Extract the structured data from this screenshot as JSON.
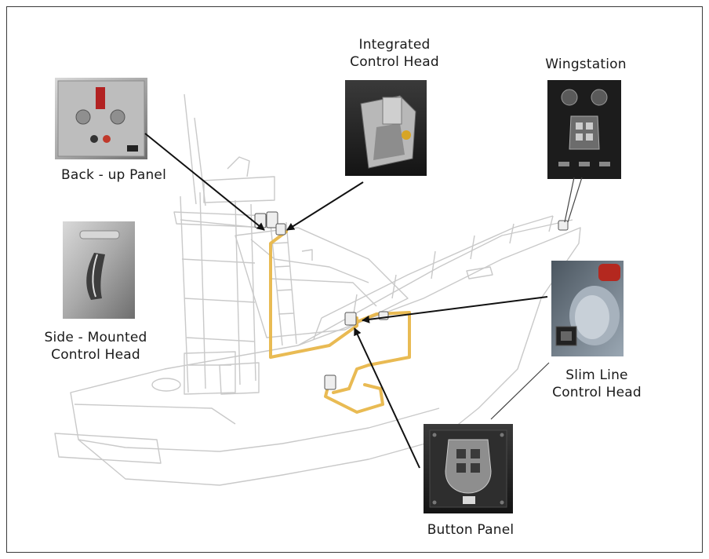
{
  "labels": {
    "integrated_line1": "Integrated",
    "integrated_line2": "Control Head",
    "wingstation": "Wingstation",
    "backup_panel": "Back - up Panel",
    "side_mounted_line1": "Side - Mounted",
    "side_mounted_line2": "Control Head",
    "slim_line_line1": "Slim Line",
    "slim_line_line2": "Control Head",
    "button_panel": "Button Panel"
  },
  "colors": {
    "cable": "#e8b74a",
    "boat_outline": "#c9c9c9",
    "arrow": "#111111",
    "frame": "#3a3a3a"
  }
}
